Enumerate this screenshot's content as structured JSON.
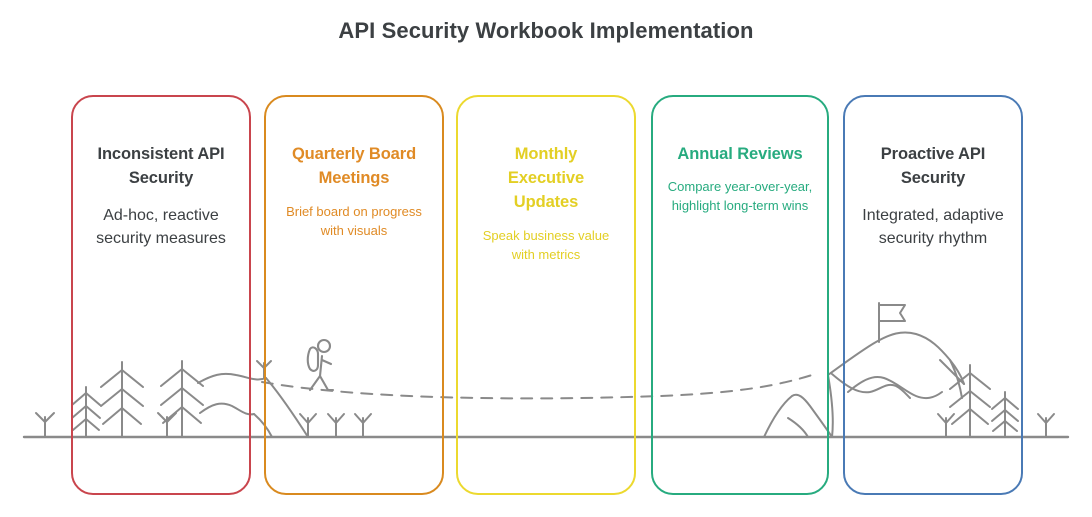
{
  "header": {
    "title": "API Security Workbook Implementation"
  },
  "colors": {
    "title_text": "#3c4043",
    "card1_border": "#c9454d",
    "card2_border": "#d98a1f",
    "card3_border": "#ecd92f",
    "card4_border": "#27ab7f",
    "card5_border": "#4a7ab5",
    "card2_text": "#e08b26",
    "card3_text": "#e3cf24",
    "card4_text": "#27ab7f",
    "neutral_text": "#3c4043",
    "illustration_line": "#8a8a8a"
  },
  "cards": [
    {
      "id": "inconsistent-api-security",
      "title": "Inconsistent API Security",
      "description": "Ad-hoc, reactive security measures"
    },
    {
      "id": "quarterly-board-meetings",
      "title": "Quarterly Board Meetings",
      "description": "Brief board on progress with visuals"
    },
    {
      "id": "monthly-executive-updates",
      "title": "Monthly Executive Updates",
      "description": "Speak business value with metrics"
    },
    {
      "id": "annual-reviews",
      "title": "Annual Reviews",
      "description": "Compare year-over-year, highlight long-term wins"
    },
    {
      "id": "proactive-api-security",
      "title": "Proactive API Security",
      "description": "Integrated, adaptive security rhythm"
    }
  ],
  "illustration": {
    "ground_line": "horizontal-ground-line",
    "path": "dashed-journey-path",
    "hiker": "hiker-with-backpack-icon",
    "summit_flag": "summit-flag-icon",
    "left_scene": "pine-forest-and-small-hill",
    "right_scene": "mountain-peak-with-pines"
  }
}
